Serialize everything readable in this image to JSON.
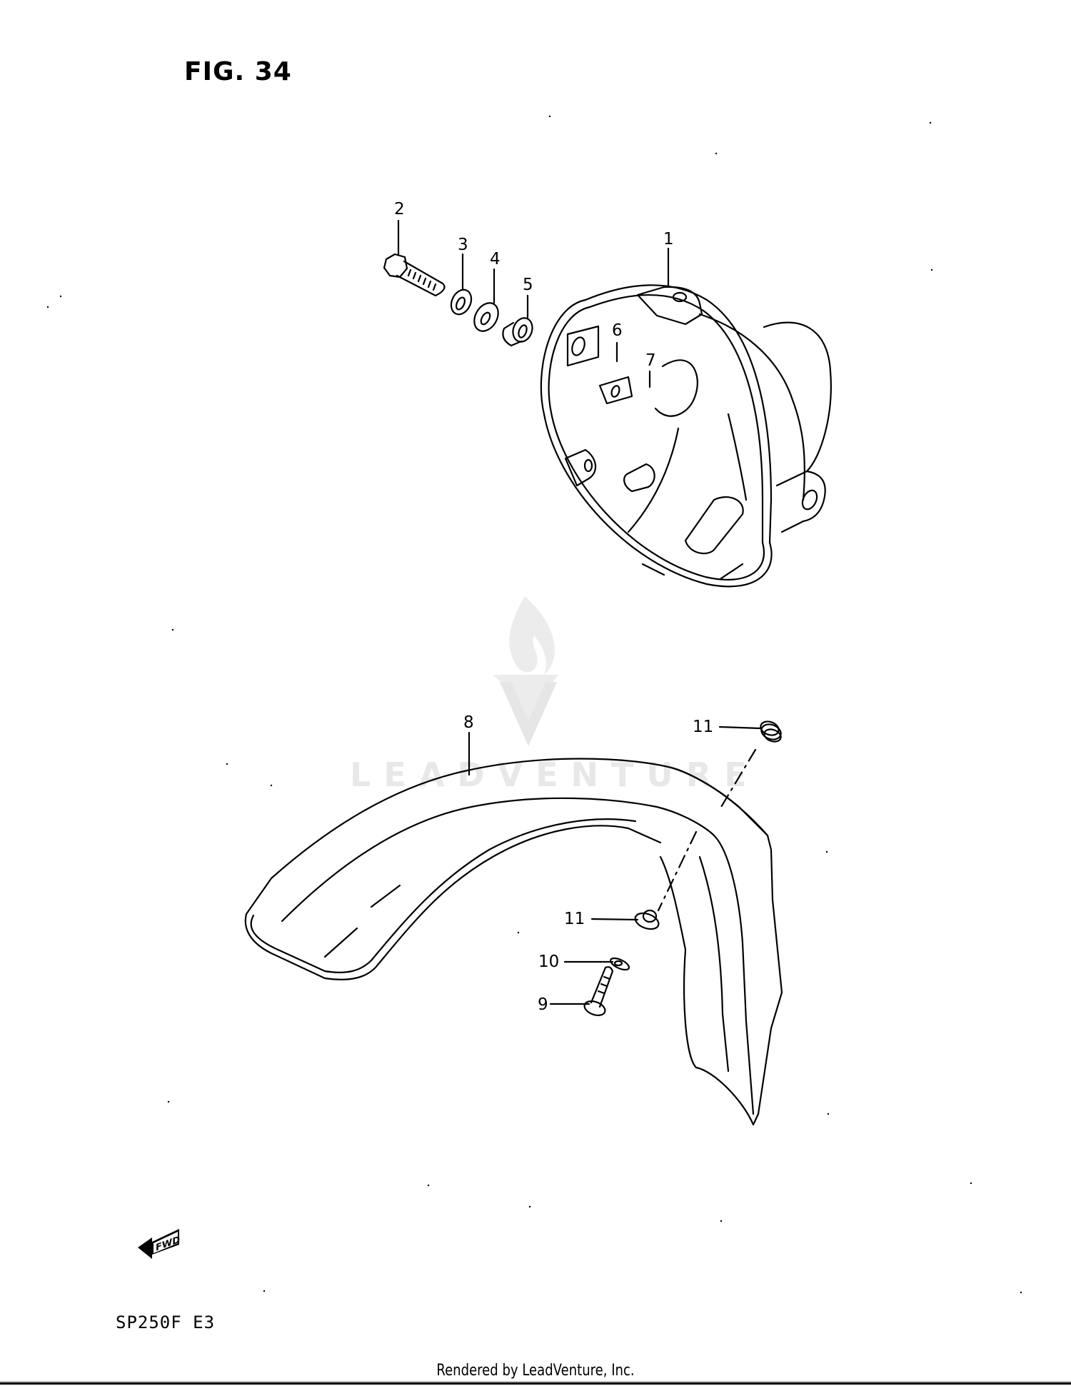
{
  "figure": {
    "title": "FIG. 34",
    "model_code": "SP250F  E3",
    "direction_indicator": {
      "label": "FWD",
      "icon": "fwd-arrow-icon"
    },
    "footer": "Rendered by LeadVenture, Inc.",
    "watermark": {
      "text": "LEADVENTURE",
      "logo": "flame-v-logo"
    }
  },
  "callouts": [
    {
      "id": "1",
      "label": "1",
      "part": "headlight-housing"
    },
    {
      "id": "2",
      "label": "2",
      "part": "bolt"
    },
    {
      "id": "3",
      "label": "3",
      "part": "lock-washer"
    },
    {
      "id": "4",
      "label": "4",
      "part": "washer"
    },
    {
      "id": "5",
      "label": "5",
      "part": "spacer"
    },
    {
      "id": "6",
      "label": "6",
      "part": "plate"
    },
    {
      "id": "7",
      "label": "7",
      "part": "clip-nut"
    },
    {
      "id": "8",
      "label": "8",
      "part": "front-fender"
    },
    {
      "id": "9",
      "label": "9",
      "part": "bolt"
    },
    {
      "id": "10",
      "label": "10",
      "part": "washer"
    },
    {
      "id": "11a",
      "label": "11",
      "part": "cushion"
    },
    {
      "id": "11b",
      "label": "11",
      "part": "cushion"
    }
  ]
}
